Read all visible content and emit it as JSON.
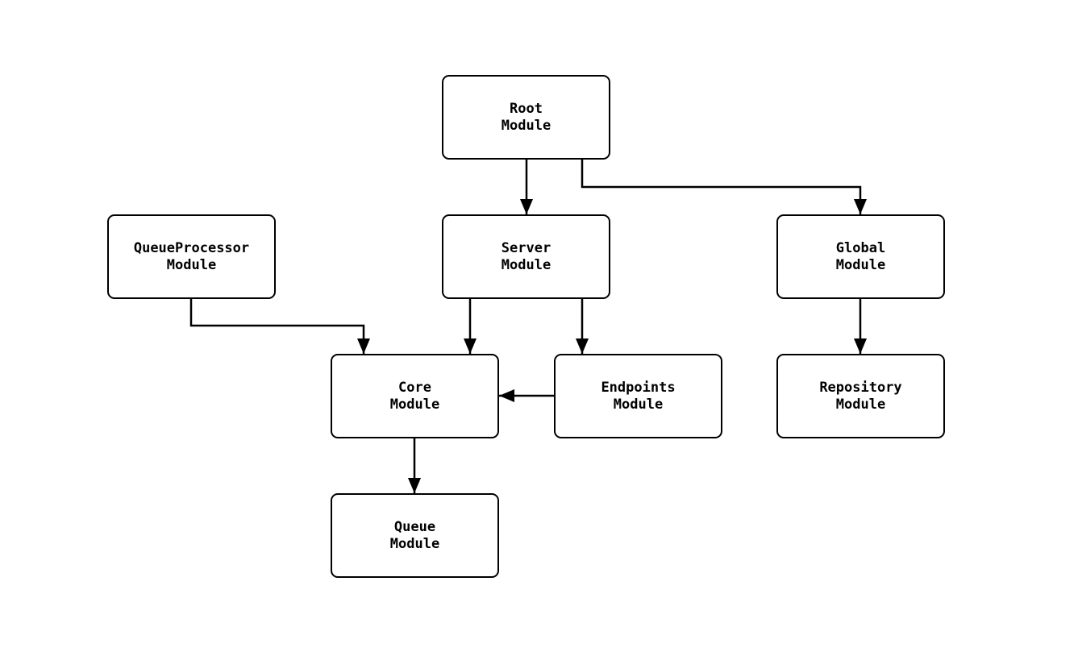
{
  "diagram": {
    "type": "module-dependency-graph",
    "background_color": "#ffffff",
    "stroke_color": "#000000",
    "node_fill_color": "#ffffff",
    "nodes": {
      "root": {
        "label": "Root\nModule"
      },
      "server": {
        "label": "Server\nModule"
      },
      "global": {
        "label": "Global\nModule"
      },
      "queue_processor": {
        "label": "QueueProcessor\nModule"
      },
      "core": {
        "label": "Core\nModule"
      },
      "endpoints": {
        "label": "Endpoints\nModule"
      },
      "repository": {
        "label": "Repository\nModule"
      },
      "queue": {
        "label": "Queue\nModule"
      }
    },
    "edges": [
      {
        "from": "Root Module",
        "to": "Server Module"
      },
      {
        "from": "Root Module",
        "to": "Global Module"
      },
      {
        "from": "QueueProcessor Module",
        "to": "Core Module"
      },
      {
        "from": "Server Module",
        "to": "Core Module"
      },
      {
        "from": "Server Module",
        "to": "Endpoints Module"
      },
      {
        "from": "Endpoints Module",
        "to": "Core Module"
      },
      {
        "from": "Global Module",
        "to": "Repository Module"
      },
      {
        "from": "Core Module",
        "to": "Queue Module"
      }
    ]
  }
}
